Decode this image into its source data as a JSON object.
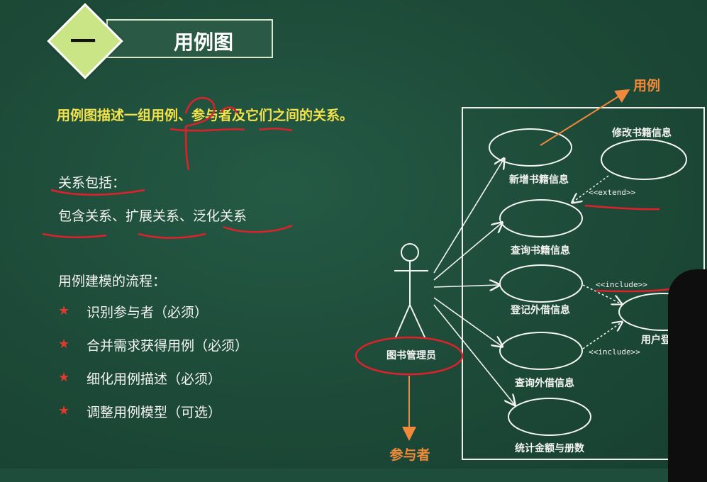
{
  "header": {
    "number": "一",
    "title": "用例图"
  },
  "description": "用例图描述一组用例、参与者及它们之间的关系。",
  "relations": {
    "label": "关系包括：",
    "value": "包含关系、扩展关系、泛化关系"
  },
  "process": {
    "label": "用例建模的流程：",
    "items": [
      "识别参与者（必须）",
      "合并需求获得用例（必须）",
      "细化用例描述（必须）",
      "调整用例模型（可选）"
    ]
  },
  "diagram": {
    "actor": "图书管理员",
    "use_cases": [
      "新增书籍信息",
      "查询书籍信息",
      "登记外借信息",
      "查询外借信息",
      "统计金额与册数"
    ],
    "extra_cases": [
      "修改书籍信息",
      "用户登录"
    ],
    "stereotypes": {
      "extend": "<<extend>>",
      "include_1": "<<include>>",
      "include_2": "<<include>>"
    },
    "annotations": {
      "use_case": "用例",
      "actor": "参与者"
    }
  },
  "colors": {
    "accent_yellow": "#f3e24a",
    "annotation_red": "#e0202a",
    "annotation_orange": "#f08a3a",
    "badge_green": "#c9e585",
    "board_green": "#1f4d3c"
  }
}
